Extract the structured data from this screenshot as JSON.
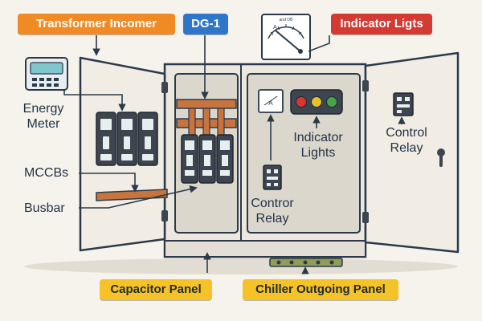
{
  "colors": {
    "orange_tag": "#f08a24",
    "blue_tag": "#2f76c9",
    "red_tag": "#d23a32",
    "yellow_tag": "#f5c327",
    "cabinet": "#ece8df",
    "cabinet_inner": "#ddd8ce",
    "outline": "#2b3a4a",
    "copper": "#c8743f",
    "breaker": "#3c4550",
    "light_red": "#d9362e",
    "light_yellow": "#e7c22a",
    "light_green": "#48a447"
  },
  "tags": {
    "transformer_incomer": "Transformer Incomer",
    "dg1": "DG-1",
    "indicator_lights_top": "Indicator Ligts",
    "capacitor_panel": "Capacitor Panel",
    "chiller_outgoing_panel": "Chiller Outgoing Panel"
  },
  "labels": {
    "energy_meter_1": "Energy",
    "energy_meter_2": "Meter",
    "mccbs": "MCCBs",
    "busbar": "Busbar",
    "indicator_lights_1": "Indicator",
    "indicator_lights_2": "Lights",
    "control_relay_center_1": "Contror",
    "control_relay_center_2": "Relay",
    "control_relay_right_1": "Control",
    "control_relay_right_2": "Relay"
  },
  "gauge": {
    "scale_text": "A",
    "caption": "and OB",
    "small_meter_text": "A"
  },
  "icons": [
    "energy-meter-icon",
    "ammeter-gauge-icon",
    "mccb-icon",
    "control-relay-icon",
    "door-handle-icon",
    "hinge-icon"
  ]
}
